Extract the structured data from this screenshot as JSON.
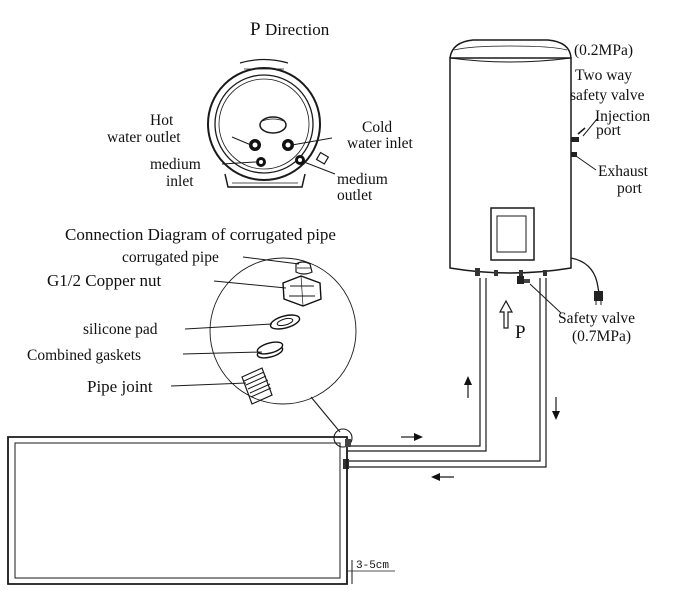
{
  "direction": {
    "letter": "P",
    "word": "Direction"
  },
  "tank_view": {
    "hot_outlet": [
      "Hot",
      "water outlet"
    ],
    "cold_inlet": [
      "Cold",
      "water inlet"
    ],
    "medium_inlet": [
      "medium",
      "inlet"
    ],
    "medium_outlet": [
      "medium",
      "outlet"
    ]
  },
  "tank": {
    "pressure_top": "(0.2MPa)",
    "two_way": [
      "Two way",
      "safety valve"
    ],
    "injection": [
      "Injection",
      "port"
    ],
    "exhaust": [
      "Exhaust",
      "port"
    ],
    "safety_valve": [
      "Safety valve",
      "(0.7MPa)"
    ],
    "p_marker": "P"
  },
  "pipe_detail": {
    "title": "Connection Diagram of corrugated pipe",
    "corrugated": "corrugated pipe",
    "nut": "G1/2 Copper nut",
    "pad": "silicone pad",
    "gaskets": "Combined gaskets",
    "joint": "Pipe joint"
  },
  "collector": {
    "gap": "3-5cm"
  }
}
